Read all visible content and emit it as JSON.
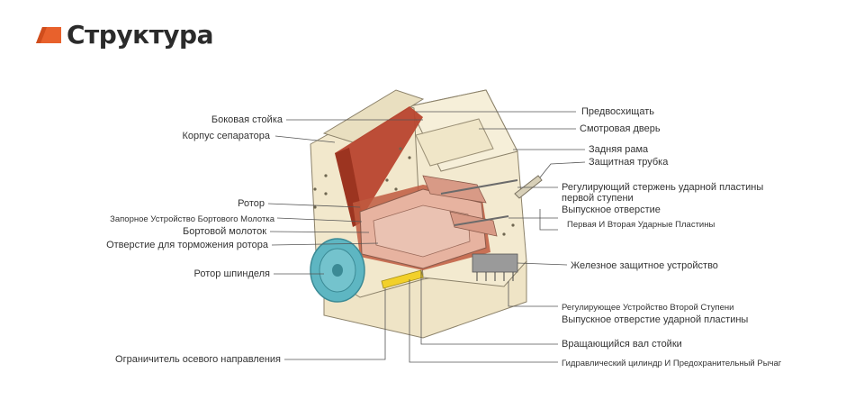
{
  "title": "Структура",
  "labels_left": [
    "Боковая стойка",
    "Корпус сепаратора",
    "Ротор",
    "Запорное Устройство Бортового Молотка",
    "Бортовой молоток",
    "Отверстие для торможения ротора",
    "Ротор шпинделя",
    "Ограничитель осевого направления"
  ],
  "labels_right": [
    "Предвосхищать",
    "Смотровая дверь",
    "Задняя рама",
    "Защитная трубка",
    "Регулирующий стержень ударной пластины",
    "первой ступени",
    "Выпускное отверстие",
    "Первая И Вторая Ударные Пластины",
    "Железное защитное устройство",
    "Регулирующее Устройство Второй Ступени",
    "Выпускное отверстие ударной пластины",
    "Вращающийся вал стойки",
    "Гидравлический цилиндр И Предохранительный Рычаг"
  ],
  "colors": {
    "accent": "#e8612c",
    "body": "#f3ead0",
    "body_dark": "#c9bd98",
    "liner": "#b8452e",
    "rotor": "#e7b3a0",
    "wheel": "#5eb6c2",
    "rod": "#f2d02a",
    "leader": "#555555"
  }
}
